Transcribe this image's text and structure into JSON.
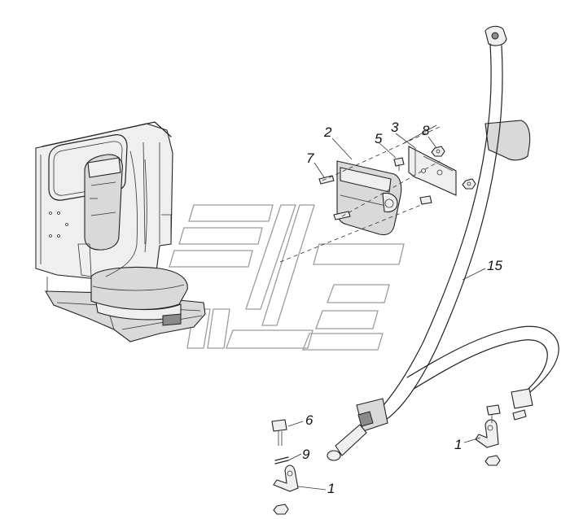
{
  "labels": {
    "p1a": "1",
    "p1b": "1",
    "p2": "2",
    "p3": "3",
    "p5": "5",
    "p6": "6",
    "p7": "7",
    "p8": "8",
    "p9": "9",
    "p15": "15"
  }
}
